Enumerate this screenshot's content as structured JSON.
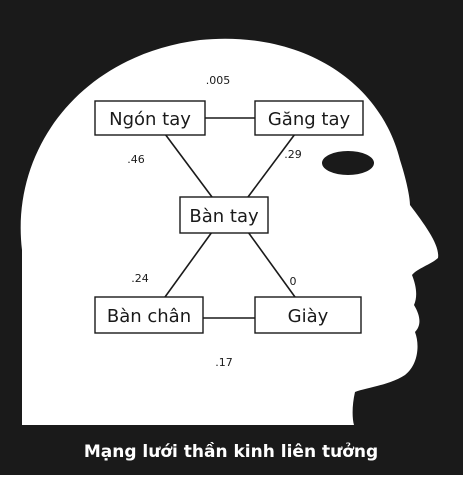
{
  "colors": {
    "background": "#1a1a1a",
    "head": "#ffffff",
    "outline": "#1a1a1a",
    "caption": "#ffffff"
  },
  "nodes": {
    "finger": "Ngón tay",
    "glove": "Găng tay",
    "hand": "Bàn tay",
    "foot": "Bàn chân",
    "shoe": "Giày"
  },
  "weights": {
    "finger_glove": ".005",
    "finger_hand": ".46",
    "glove_hand": ".29",
    "hand_foot": ".24",
    "hand_shoe": "0",
    "foot_shoe": ".17"
  },
  "caption": "Mạng lưới thần kinh liên tưởng"
}
